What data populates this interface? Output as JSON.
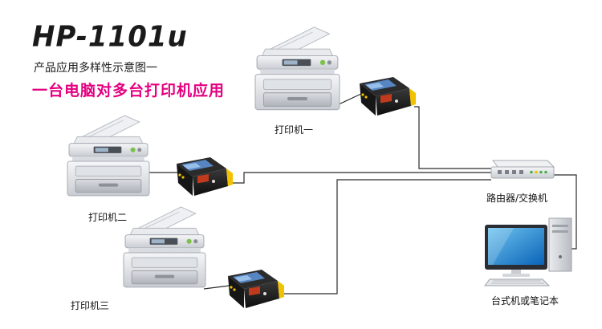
{
  "header": {
    "model": "HP-1101u",
    "subtitle": "产品应用多样性示意图一",
    "headline": "一台电脑对多台打印机应用"
  },
  "labels": {
    "printer_1": "打印机一",
    "printer_2": "打印机二",
    "printer_3": "打印机三",
    "router": "路由器/交换机",
    "computer": "台式机或笔记本"
  },
  "colors": {
    "headline": "#e4007f",
    "cable": "#2a2a2a",
    "print_server_body": "#1c1c1c",
    "print_server_port": "#f2c100"
  }
}
